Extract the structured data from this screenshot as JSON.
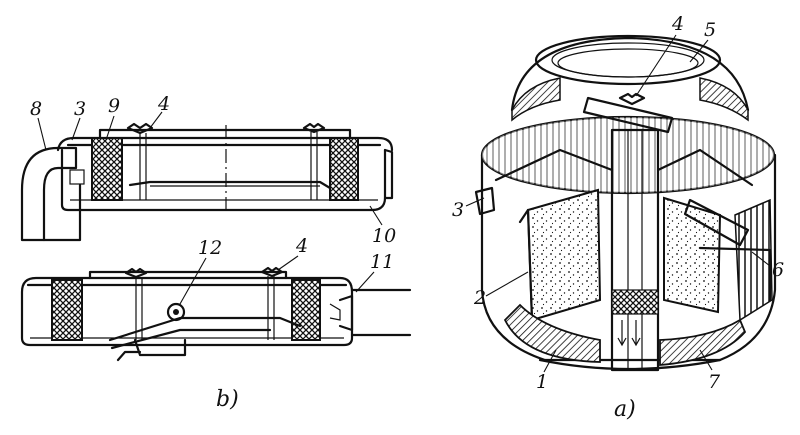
{
  "figure": {
    "views": [
      {
        "id": "b",
        "caption": "b)"
      },
      {
        "id": "a",
        "caption": "a)"
      }
    ],
    "callouts_b_top": [
      "8",
      "3",
      "9",
      "4",
      "10"
    ],
    "callouts_b_bottom": [
      "12",
      "4",
      "11"
    ],
    "callouts_a": [
      "4",
      "5",
      "3",
      "6",
      "2",
      "1",
      "7"
    ]
  }
}
